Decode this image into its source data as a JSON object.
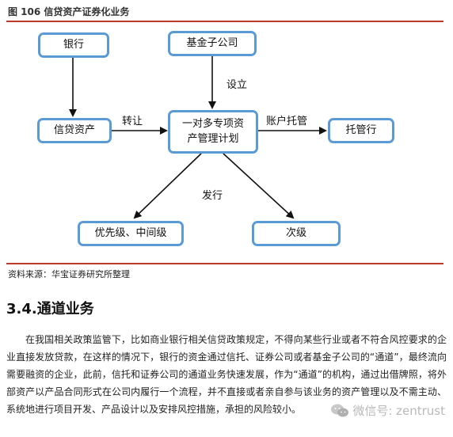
{
  "figure": {
    "title": "图 106   信贷资产证券化业务",
    "nodes": {
      "bank": "银行",
      "fund_sub": "基金子公司",
      "credit_assets": "信贷资产",
      "plan_line1": "一对多专项资",
      "plan_line2": "产管理计划",
      "custody": "托管行",
      "senior": "优先级、中间级",
      "junior": "次级"
    },
    "edge_labels": {
      "transfer": "转让",
      "establish": "设立",
      "account_custody": "账户托管",
      "issue": "发行"
    },
    "colors": {
      "box_border": "#5b9bd5",
      "rule": "#c0392b"
    }
  },
  "source": "资料来源：华宝证券研究所整理",
  "section": {
    "heading": "3.4.通道业务",
    "paragraph": "在我国相关政策监管下，比如商业银行相关信贷政策规定，不得向某些行业或者不符合风控要求的企业直接发放贷款，在这样的情况下，银行的资金通过信托、证券公司或者基金子公司的“通道”，最终流向需要融资的企业，此前，信托和证券公司的通道业务快速发展，作为“通道”的机构，通过出借牌照，将外部资产以产品合同形式在公司内履行一个流程，并不直接或者亲自参与该业务的资产管理以及不需主动、系统地进行项目开发、产品设计以及安排风控措施，承担的风险较小。"
  },
  "watermark": {
    "text": "微信号: zentrust",
    "icon": "wechat-icon"
  }
}
